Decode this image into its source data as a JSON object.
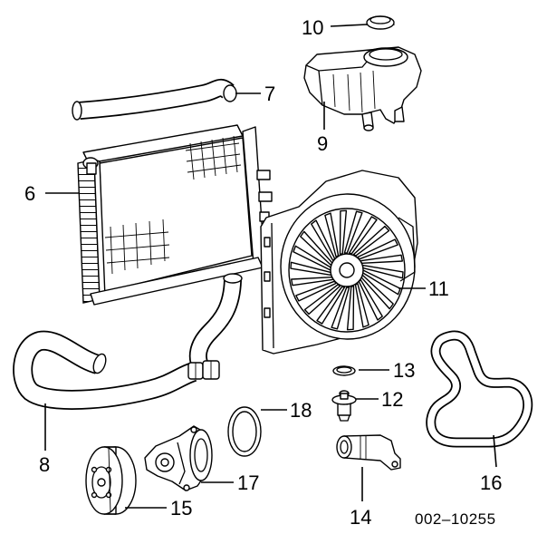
{
  "callouts": {
    "n6": "6",
    "n7": "7",
    "n8": "8",
    "n9": "9",
    "n10": "10",
    "n11": "11",
    "n12": "12",
    "n13": "13",
    "n14": "14",
    "n15": "15",
    "n16": "16",
    "n17": "17",
    "n18": "18"
  },
  "figure_code": "002–10255"
}
